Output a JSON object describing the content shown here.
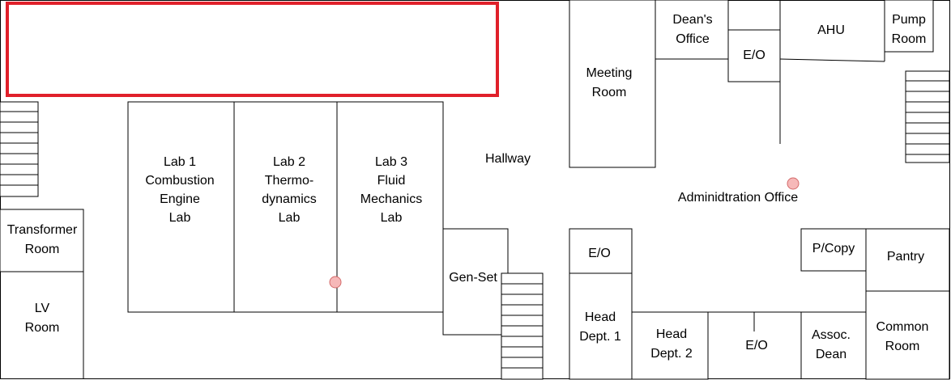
{
  "rooms": {
    "transformer": [
      "Transformer",
      "Room"
    ],
    "lv": [
      "LV",
      "Room"
    ],
    "lab1": [
      "Lab 1",
      "Combustion",
      "Engine",
      "Lab"
    ],
    "lab2": [
      "Lab 2",
      "Thermo-",
      "dynamics",
      "Lab"
    ],
    "lab3": [
      "Lab 3",
      "Fluid",
      "Mechanics",
      "Lab"
    ],
    "hallway": [
      "Hallway"
    ],
    "gen_set": [
      "Gen-Set"
    ],
    "meeting": [
      "Meeting",
      "Room"
    ],
    "deans_office": [
      "Dean's",
      "Office"
    ],
    "eo_top": [
      "E/O"
    ],
    "ahu": [
      "AHU"
    ],
    "pump": [
      "Pump",
      "Room"
    ],
    "admin_office": [
      "Adminidtration  Office"
    ],
    "eo_mid": [
      "E/O"
    ],
    "head1": [
      "Head",
      "Dept. 1"
    ],
    "head2": [
      "Head",
      "Dept. 2"
    ],
    "eo_bottom": [
      "E/O"
    ],
    "assoc_dean": [
      "Assoc.",
      "Dean"
    ],
    "pcopy": [
      "P/Copy"
    ],
    "pantry": [
      "Pantry"
    ],
    "common": [
      "Common",
      "Room"
    ]
  },
  "colors": {
    "highlight": "#e0202a",
    "marker_fill": "#f6b8b8",
    "marker_stroke": "#d46a6a"
  }
}
